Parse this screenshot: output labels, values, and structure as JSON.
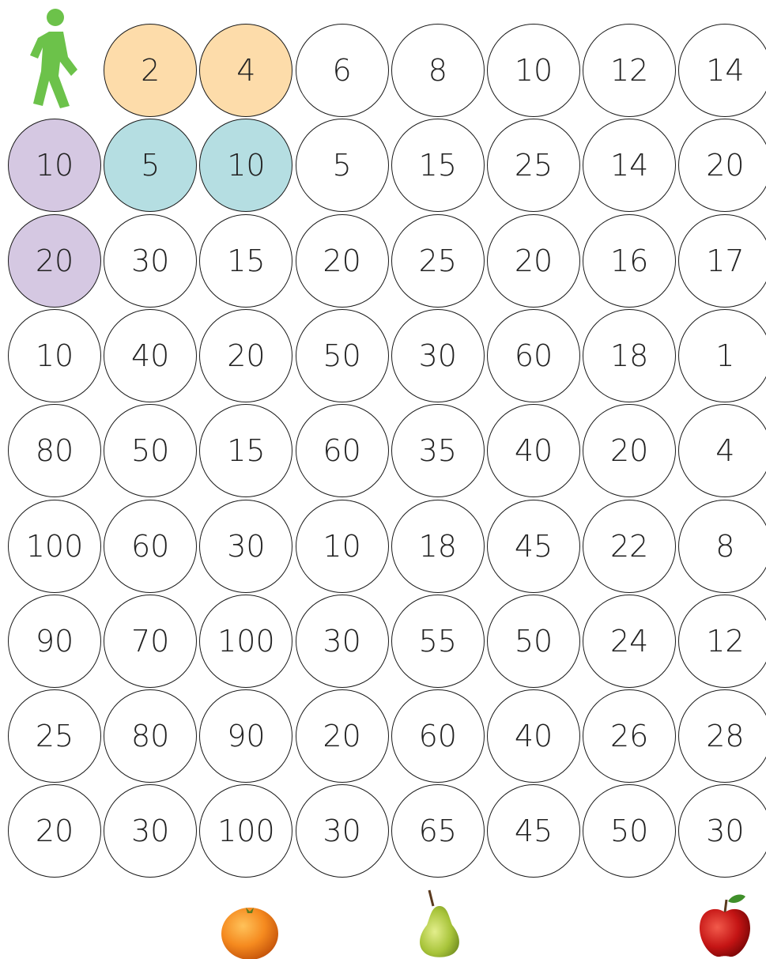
{
  "start_icon": "walking-person-icon",
  "grid": [
    [
      "",
      "2",
      "4",
      "6",
      "8",
      "10",
      "12",
      "14"
    ],
    [
      "10",
      "5",
      "10",
      "5",
      "15",
      "25",
      "14",
      "20"
    ],
    [
      "20",
      "30",
      "15",
      "20",
      "25",
      "20",
      "16",
      "17"
    ],
    [
      "10",
      "40",
      "20",
      "50",
      "30",
      "60",
      "18",
      "1"
    ],
    [
      "80",
      "50",
      "15",
      "60",
      "35",
      "40",
      "20",
      "4"
    ],
    [
      "100",
      "60",
      "30",
      "10",
      "18",
      "45",
      "22",
      "8"
    ],
    [
      "90",
      "70",
      "100",
      "30",
      "55",
      "50",
      "24",
      "12"
    ],
    [
      "25",
      "80",
      "90",
      "20",
      "60",
      "40",
      "26",
      "28"
    ],
    [
      "20",
      "30",
      "100",
      "30",
      "65",
      "45",
      "50",
      "30"
    ]
  ],
  "highlights": [
    {
      "row": 0,
      "col": 1,
      "color": "#FDDCAA"
    },
    {
      "row": 0,
      "col": 2,
      "color": "#FDDCAA"
    },
    {
      "row": 1,
      "col": 0,
      "color": "#D5C8E2"
    },
    {
      "row": 1,
      "col": 1,
      "color": "#B5DEE2"
    },
    {
      "row": 1,
      "col": 2,
      "color": "#B5DEE2"
    },
    {
      "row": 2,
      "col": 0,
      "color": "#D5C8E2"
    }
  ],
  "goals": [
    {
      "icon": "orange-icon",
      "col": 2
    },
    {
      "icon": "pear-icon",
      "col": 4
    },
    {
      "icon": "apple-icon",
      "col": 7
    }
  ],
  "colors": {
    "walker": "#6CC24A",
    "border": "#1a1a1a",
    "text": "#222222"
  }
}
